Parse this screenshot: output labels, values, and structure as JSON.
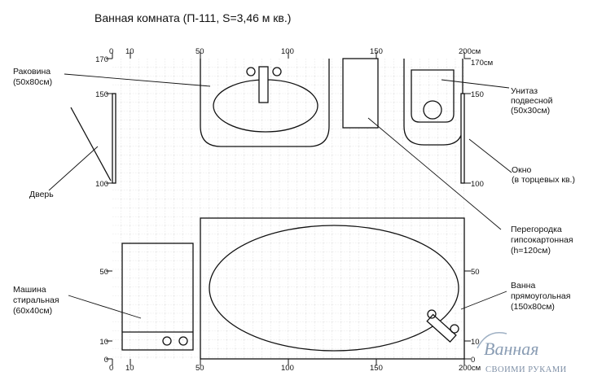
{
  "title": "Ванная комната (П-111, S=3,46 м кв.)",
  "ticks": {
    "top": [
      "0",
      "10",
      "50",
      "100",
      "150",
      "200см"
    ],
    "bottom": [
      "0",
      "10",
      "50",
      "100",
      "150",
      "200см"
    ],
    "left": [
      "170",
      "150",
      "100",
      "50",
      "10",
      "0"
    ],
    "right": [
      "170см",
      "150",
      "100",
      "50",
      "10",
      "0"
    ]
  },
  "labels": {
    "sink": [
      "Раковина",
      "(50х80см)"
    ],
    "door": [
      "Дверь"
    ],
    "washer": [
      "Машина",
      "стиральная",
      "(60х40см)"
    ],
    "toilet": [
      "Унитаз",
      "подвесной",
      "(50х30см)"
    ],
    "window": [
      "Окно",
      "(в торцевых кв.)"
    ],
    "partition": [
      "Перегородка",
      "гипсокартонная",
      "(h=120см)"
    ],
    "bathtub": [
      "Ванна",
      "прямоугольная",
      "(150х80см)"
    ]
  },
  "logo": {
    "line1": "Ванная",
    "line2": "СВОИМИ РУКАМИ"
  }
}
